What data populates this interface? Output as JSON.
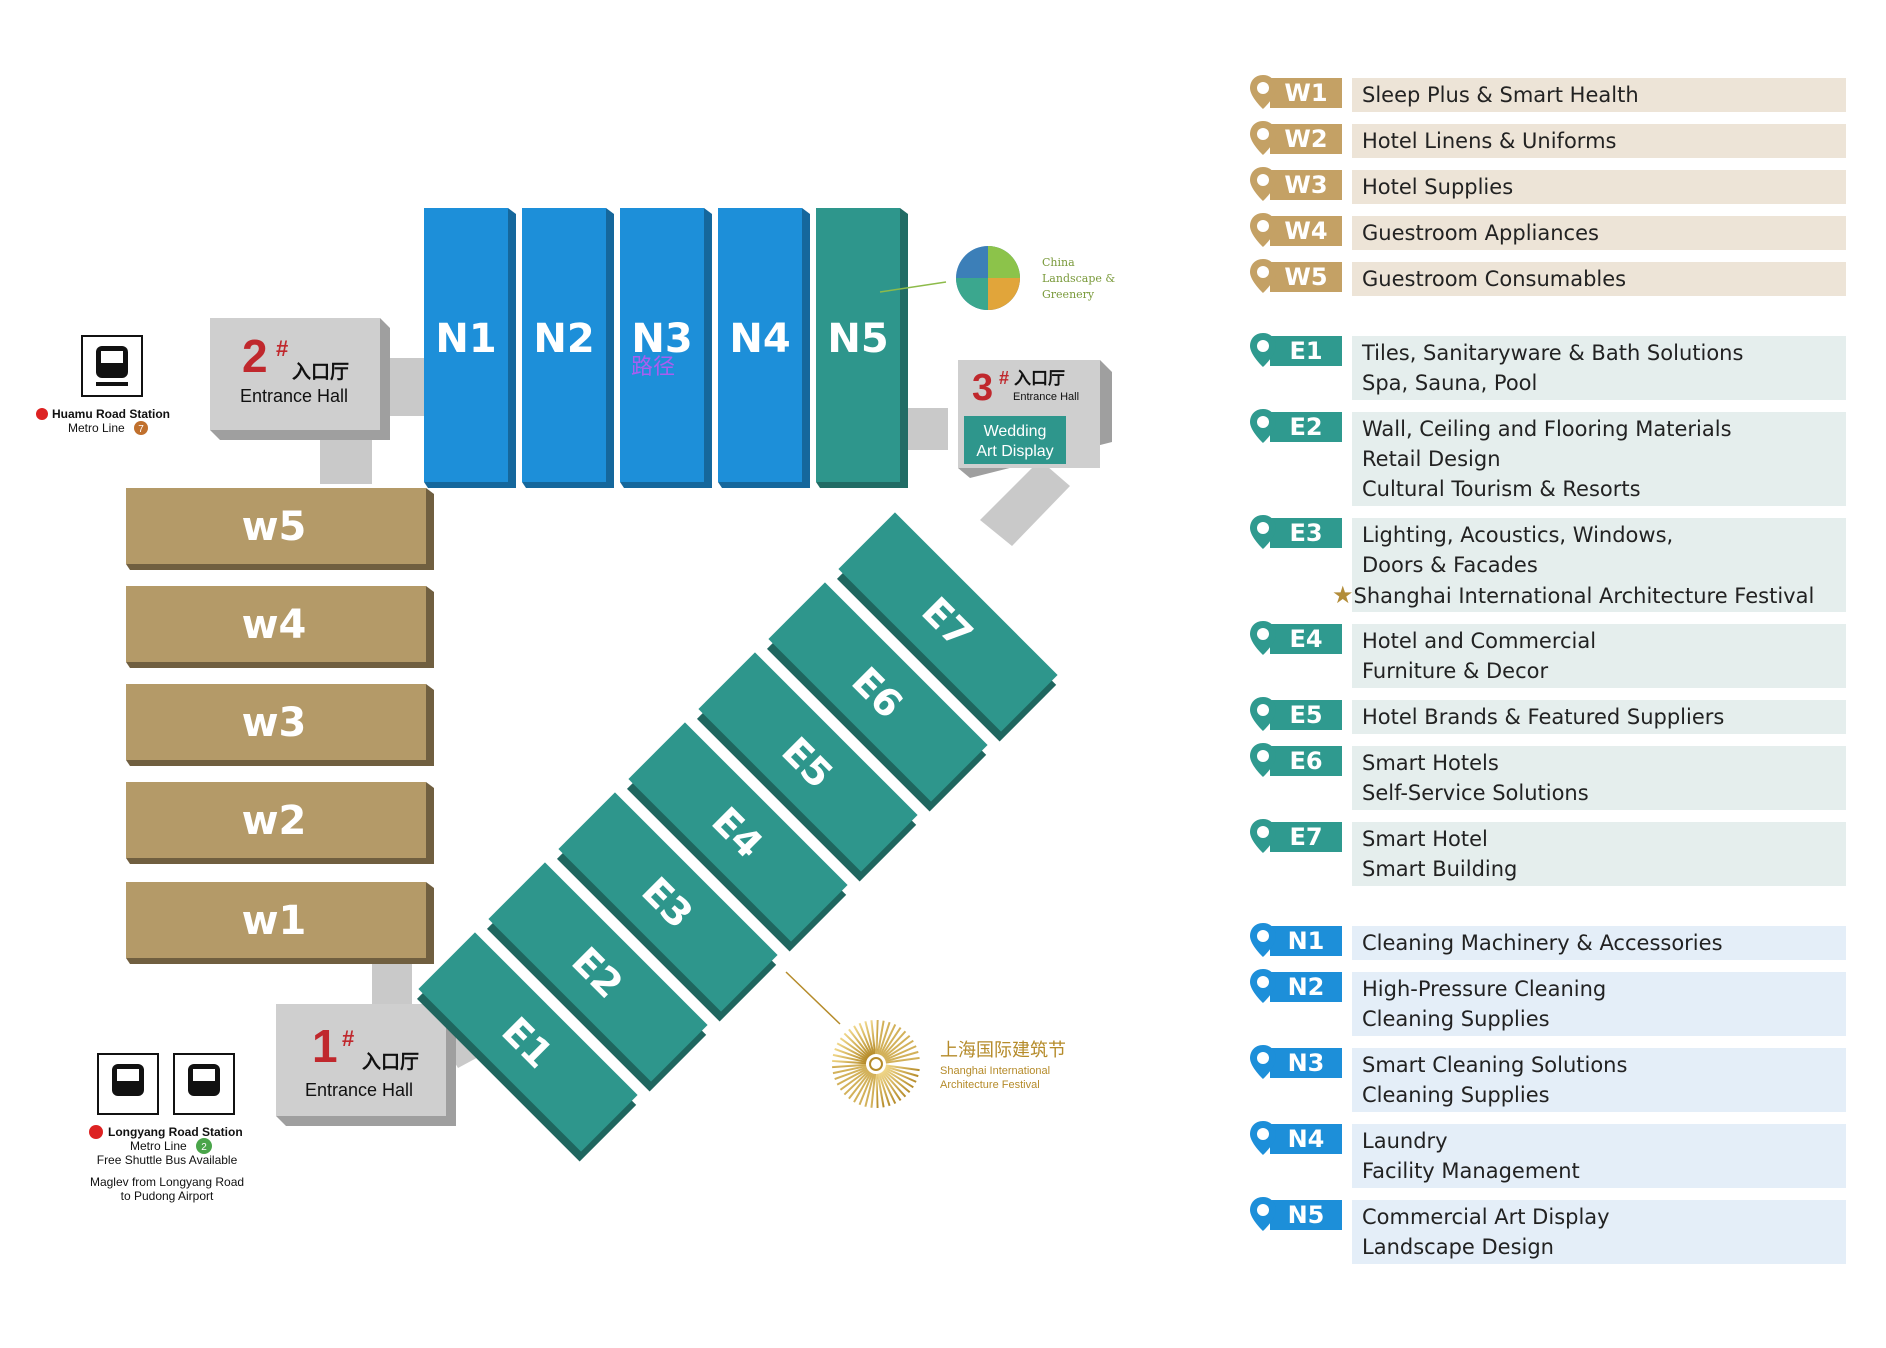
{
  "halls": {
    "north": [
      "N1",
      "N2",
      "N3",
      "N4",
      "N5"
    ],
    "west": [
      "w5",
      "w4",
      "w3",
      "w2",
      "w1"
    ],
    "east": [
      "E7",
      "E6",
      "E5",
      "E4",
      "E3",
      "E2",
      "E1"
    ]
  },
  "overlay_path_label": "路径",
  "entrances": {
    "e2": {
      "num": "2",
      "sup": "#",
      "cn": "入口厅",
      "en": "Entrance Hall"
    },
    "e3": {
      "num": "3",
      "sup": "#",
      "cn": "入口厅",
      "en": "Entrance Hall",
      "sign": "Wedding Art Display"
    },
    "e1": {
      "num": "1",
      "sup": "#",
      "cn": "入口厅",
      "en": "Entrance Hall"
    }
  },
  "transport": {
    "huamu": {
      "station": "Huamu Road Station",
      "line": "Metro Line",
      "line_no": "7"
    },
    "longyang": {
      "station": "Longyang Road Station",
      "line": "Metro Line",
      "line_no": "2",
      "shuttle": "Free Shuttle Bus Available",
      "maglev1": "Maglev from Longyang Road",
      "maglev2": "to Pudong Airport"
    }
  },
  "logos": {
    "landscape": [
      "China",
      "Landscape &",
      "Greenery"
    ],
    "festival_cn": "上海国际建筑节",
    "festival_en1": "Shanghai International",
    "festival_en2": "Architecture Festival"
  },
  "colors": {
    "north": "#1d8fd9",
    "west": "#b49a68",
    "east": "#2e968c",
    "connector": "#c9c9c9"
  },
  "legend": [
    {
      "code": "W1",
      "group": "w",
      "lines": [
        "Sleep Plus & Smart Health"
      ]
    },
    {
      "code": "W2",
      "group": "w",
      "lines": [
        "Hotel Linens & Uniforms"
      ]
    },
    {
      "code": "W3",
      "group": "w",
      "lines": [
        "Hotel Supplies"
      ]
    },
    {
      "code": "W4",
      "group": "w",
      "lines": [
        "Guestroom Appliances"
      ]
    },
    {
      "code": "W5",
      "group": "w",
      "lines": [
        "Guestroom Consumables"
      ]
    },
    {
      "code": "E1",
      "group": "e",
      "lines": [
        "Tiles, Sanitaryware & Bath Solutions",
        "Spa, Sauna, Pool"
      ]
    },
    {
      "code": "E2",
      "group": "e",
      "lines": [
        "Wall, Ceiling and Flooring Materials",
        "Retail Design",
        "Cultural Tourism & Resorts"
      ]
    },
    {
      "code": "E3",
      "group": "e",
      "lines": [
        "Lighting, Acoustics, Windows,",
        "Doors & Facades"
      ],
      "star_line": "Shanghai International Architecture Festival"
    },
    {
      "code": "E4",
      "group": "e",
      "lines": [
        "Hotel and Commercial",
        "Furniture & Decor"
      ]
    },
    {
      "code": "E5",
      "group": "e",
      "lines": [
        "Hotel Brands & Featured Suppliers"
      ]
    },
    {
      "code": "E6",
      "group": "e",
      "lines": [
        "Smart Hotels",
        "Self-Service Solutions"
      ]
    },
    {
      "code": "E7",
      "group": "e",
      "lines": [
        "Smart Hotel",
        "Smart Building"
      ]
    },
    {
      "code": "N1",
      "group": "n",
      "lines": [
        "Cleaning Machinery & Accessories"
      ]
    },
    {
      "code": "N2",
      "group": "n",
      "lines": [
        "High-Pressure Cleaning",
        "Cleaning Supplies"
      ]
    },
    {
      "code": "N3",
      "group": "n",
      "lines": [
        "Smart Cleaning Solutions",
        "Cleaning Supplies"
      ]
    },
    {
      "code": "N4",
      "group": "n",
      "lines": [
        "Laundry",
        "Facility Management"
      ]
    },
    {
      "code": "N5",
      "group": "n",
      "lines": [
        "Commercial Art Display",
        "Landscape Design"
      ]
    }
  ]
}
